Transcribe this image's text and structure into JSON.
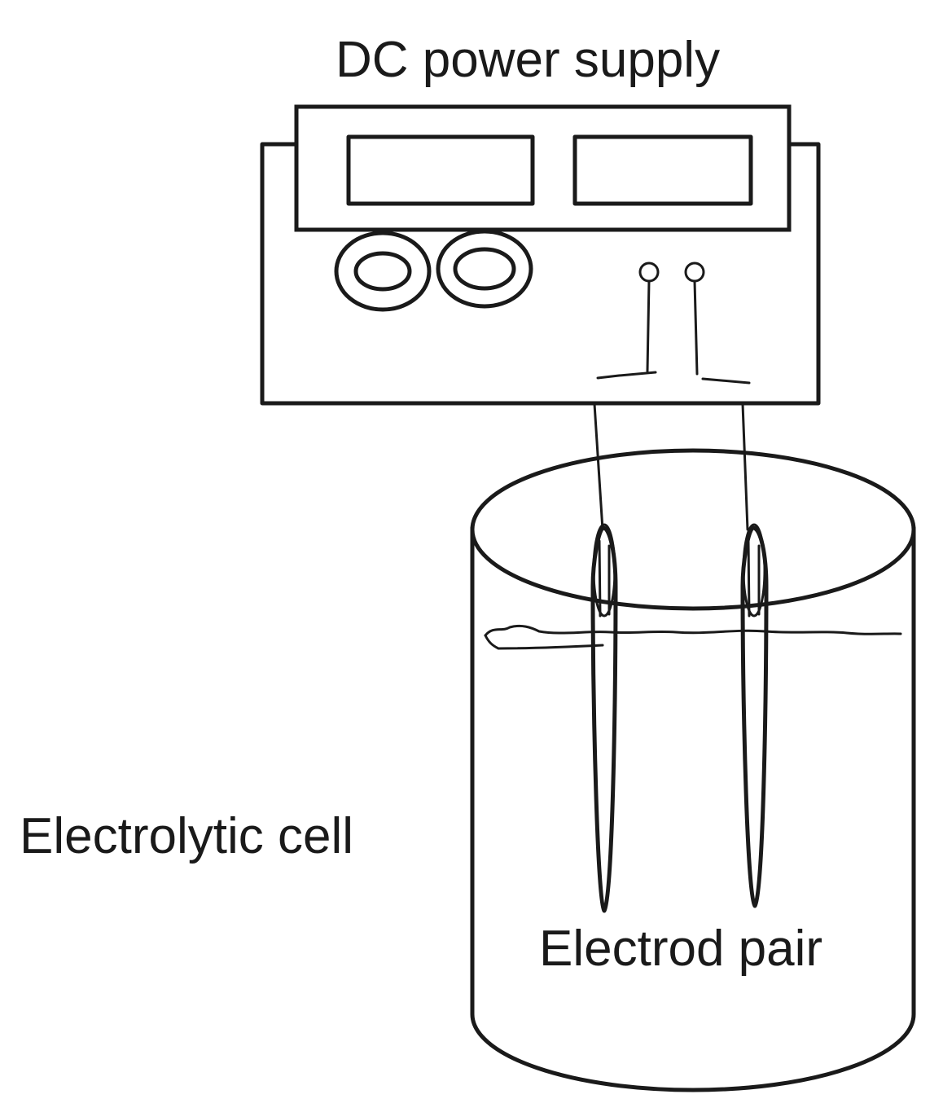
{
  "labels": {
    "power_supply": "DC power supply",
    "cell": "Electrolytic cell",
    "electrodes": "Electrod pair"
  },
  "colors": {
    "line": "#1a1a1a",
    "background": "#ffffff"
  }
}
